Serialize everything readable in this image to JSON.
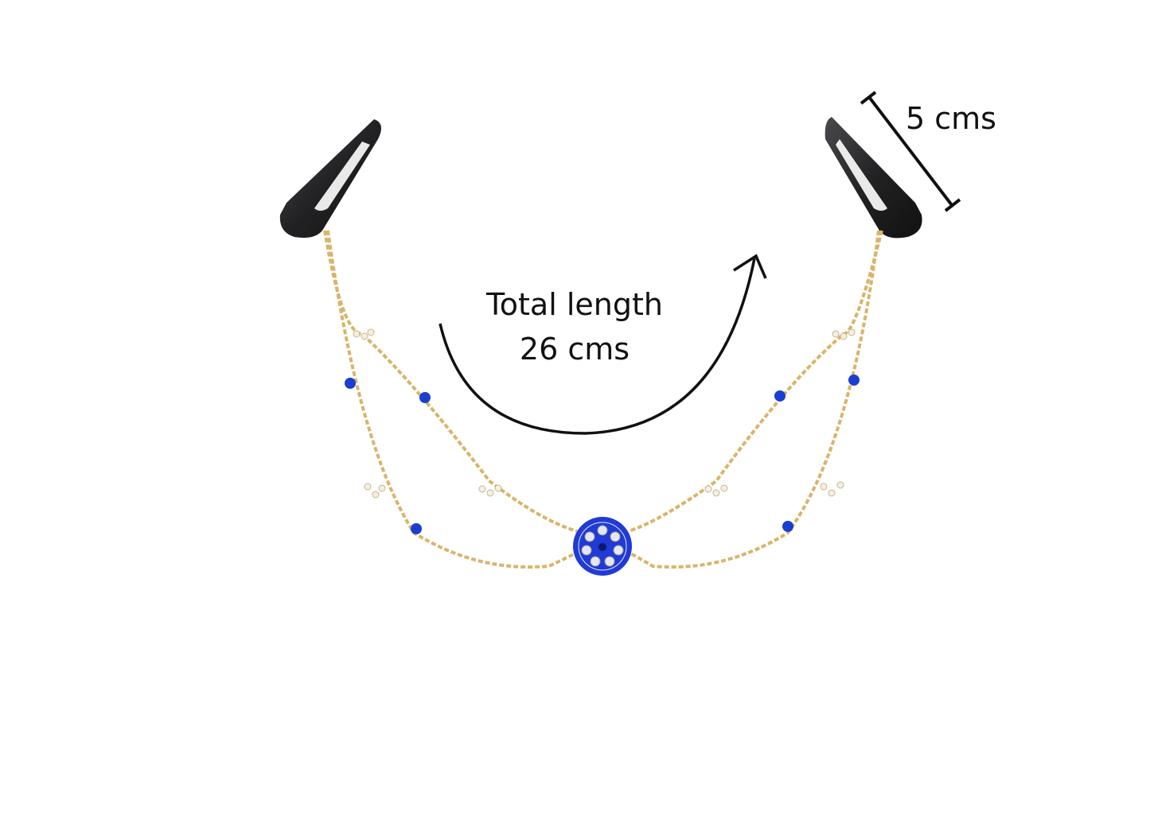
{
  "annotations": {
    "total_length_line1": "Total length",
    "total_length_line2": "26 cms",
    "clip_length": "5 cms"
  },
  "colors": {
    "chain": "#d9b46a",
    "bead": "#1a3fd0",
    "clip": "#2a2a2c",
    "medallion": "#1f3ad6",
    "annotation": "#111111"
  },
  "icons": {
    "arrow": "curved-arrow-icon",
    "dimension": "dimension-line-icon"
  }
}
